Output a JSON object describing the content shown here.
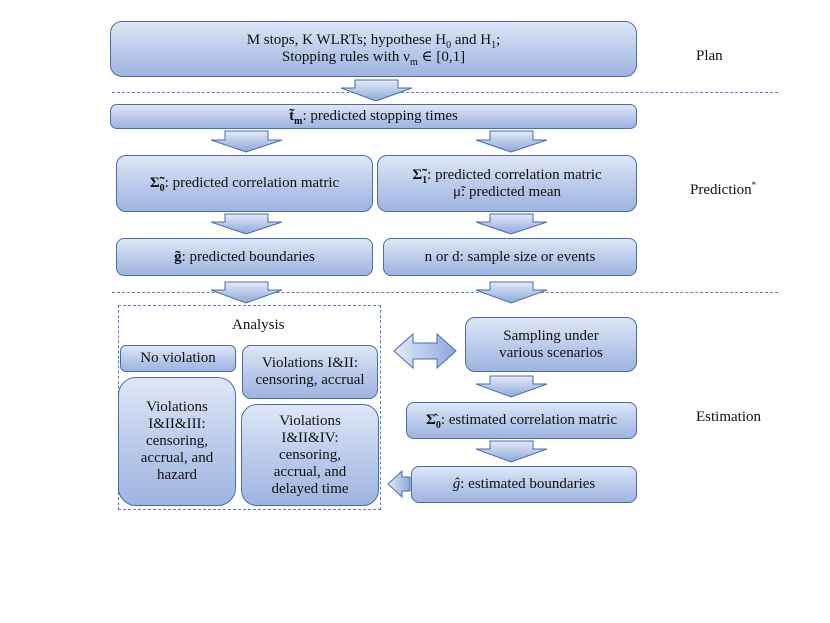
{
  "plan_box": {
    "line1": "M stops, K WLRTs; hypothese H",
    "line1_sub0": "0",
    "line1_mid": " and H",
    "line1_sub1": "1",
    "line1_end": ";",
    "line2": "Stopping rules with ν",
    "line2_sub": "m",
    "line2_end": " ∈ [0,1]"
  },
  "stopping_times_box": {
    "symbol": "t̃",
    "symbol_sub": "m",
    "text": ": predicted stopping times"
  },
  "sigma0_box": {
    "symbol": "Σ̃",
    "symbol_sub": "0",
    "text": ": predicted correlation matric"
  },
  "sigma1_box": {
    "symbol": "Σ̃",
    "symbol_sub": "1",
    "line1_text": ": predicted correlation matric",
    "line2": "μ̃: predicted mean"
  },
  "boundaries_box": {
    "symbol": "g̃",
    "text": ": predicted boundaries"
  },
  "sample_size_box": {
    "text": "n or d: sample size or events"
  },
  "analysis": {
    "title": "Analysis",
    "no_violation": "No violation",
    "violations_1_2": [
      "Violations I&II:",
      "censoring, accrual"
    ],
    "violations_1_2_3": [
      "Violations",
      "I&II&III:",
      "censoring,",
      "accrual, and",
      "hazard"
    ],
    "violations_1_2_4": [
      "Violations",
      "I&II&IV:",
      "censoring,",
      "accrual, and",
      "delayed time"
    ]
  },
  "sampling_box": {
    "lines": [
      "Sampling  under",
      "various scenarios"
    ]
  },
  "estimated_corr_box": {
    "symbol": "Σ̂",
    "symbol_sub": "0",
    "text": ": estimated correlation matric"
  },
  "estimated_bound_box": {
    "symbol": "ĝ",
    "text": ":  estimated boundaries"
  },
  "section_labels": {
    "plan": "Plan",
    "prediction": "Prediction",
    "prediction_mark": "*",
    "estimation": "Estimation"
  },
  "colors": {
    "box_border": "#4a6cae",
    "box_fill_top": "#dfe7f6",
    "box_fill_bottom": "#9fb4e0",
    "dashed_line": "#5b7fc0"
  }
}
